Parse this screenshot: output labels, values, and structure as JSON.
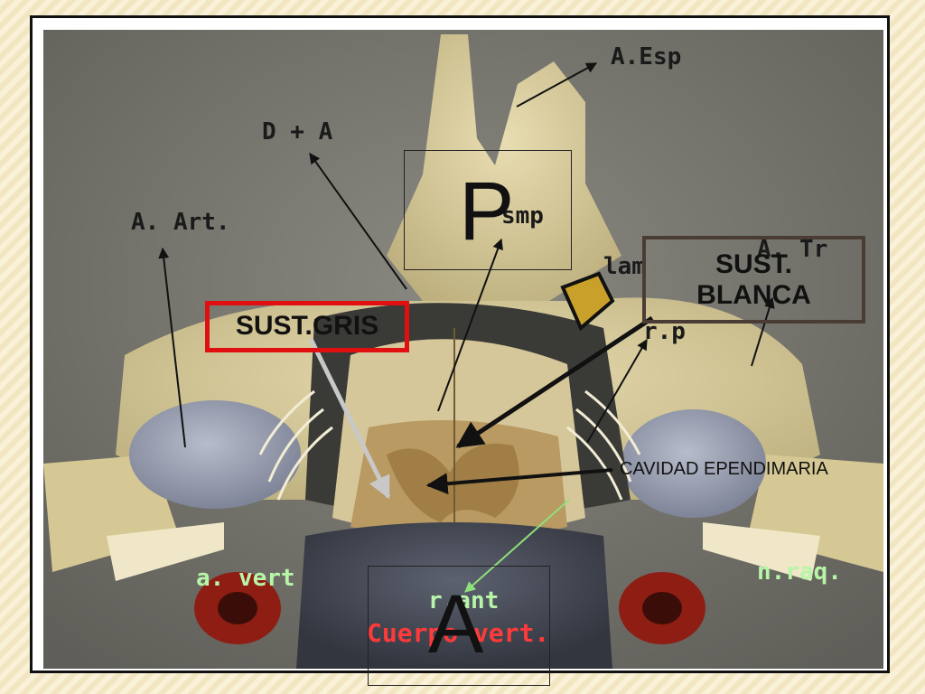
{
  "photo_labels": {
    "a_esp": "A.Esp",
    "d_a": "D + A",
    "a_art": "A. Art.",
    "smp": "smp",
    "lam": "lam",
    "a_tr": "A. Tr",
    "r_p": "r.p",
    "a_vert": "a. vert",
    "n_raq": "n.raq.",
    "r_ant": "r.ant",
    "cuerpo_vert": "Cuerpo vert."
  },
  "annotations": {
    "posterior_letter": "P",
    "anterior_letter": "A",
    "sust_gris": "SUST.GRIS",
    "sust_blanca_line1": "SUST.",
    "sust_blanca_line2": "BLANCA",
    "cavidad": "CAVIDAD EPENDIMARIA"
  },
  "colors": {
    "gris_box_border": "#e01010",
    "blanca_box_border": "#4a3c34",
    "bone": "#d9cc9a",
    "background_photo": "#7e7d76"
  }
}
